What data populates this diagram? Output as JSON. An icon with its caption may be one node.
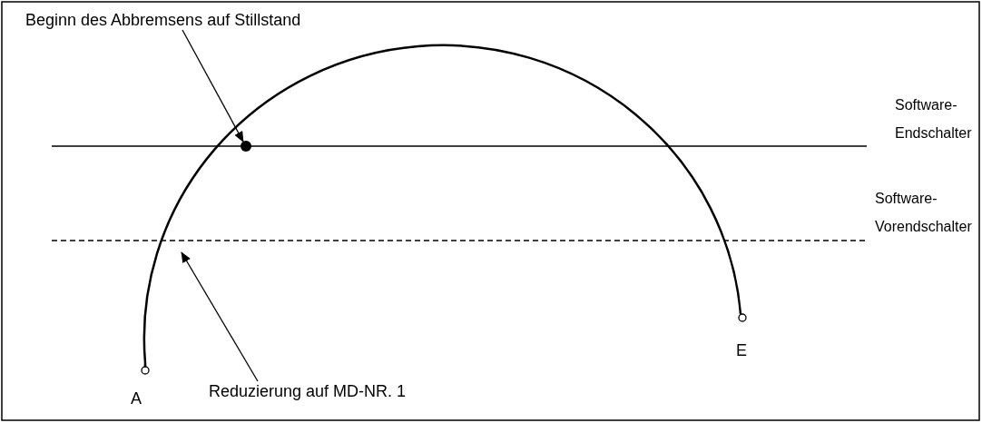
{
  "diagram": {
    "nodes": [
      {
        "text": [
          "Beginn des Abbremsens auf Stillstand"
        ]
      },
      {
        "text": [],
        "shape": "circle"
      },
      {
        "text": [
          "Reduzierung auf MD-NR. 1"
        ]
      }
    ],
    "edges": [
      {
        "from": 0,
        "to": 1,
        "arrow": "to"
      },
      {
        "from": 2,
        "to": null,
        "arrow": "to"
      }
    ],
    "labels": [
      "Software- Endschalter",
      "Software- Vorendschalter",
      "A",
      "E"
    ]
  }
}
